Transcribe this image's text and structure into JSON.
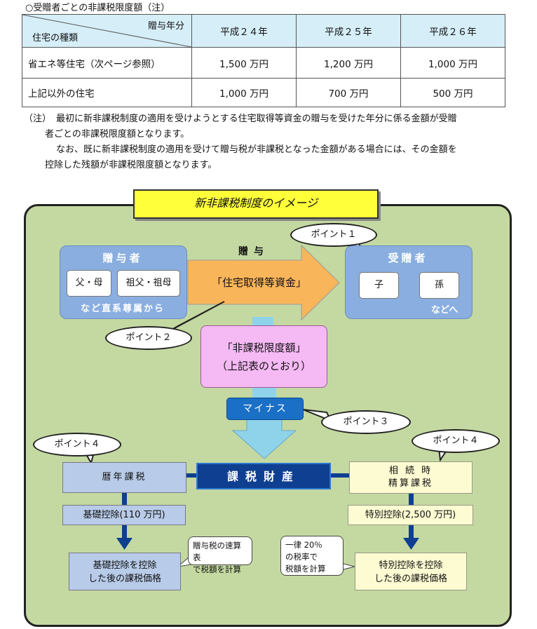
{
  "caption": "○受贈者ごとの非課税限度額（注）",
  "table": {
    "header_top": "贈与年分",
    "header_left": "住宅の種類",
    "years": [
      "平成２４年",
      "平成２５年",
      "平成２６年"
    ],
    "rows": [
      {
        "label": "省エネ等住宅（次ページ参照）",
        "values": [
          "1,500 万円",
          "1,200 万円",
          "1,000 万円"
        ]
      },
      {
        "label": "上記以外の住宅",
        "values": [
          "1,000 万円",
          "700 万円",
          "500 万円"
        ]
      }
    ]
  },
  "note": {
    "marker": "（注）",
    "line1": "最初に新非課税制度の適用を受けようとする住宅取得等資金の贈与を受けた年分に係る金額が受贈",
    "line2": "者ごとの非課税限度額となります。",
    "line3": "なお、既に新非課税制度の適用を受けて贈与税が非課税となった金額がある場合には、その金額を",
    "line4": "控除した残額が非課税限度額となります。"
  },
  "diagram": {
    "title": "新非課税制度のイメージ",
    "donor": {
      "title": "贈与者",
      "items": [
        "父・母",
        "祖父・祖母"
      ],
      "footer": "など直系尊属から"
    },
    "gift_label": "贈与",
    "arrow_text": "「住宅取得等資金」",
    "recipient": {
      "title": "受贈者",
      "items": [
        "子",
        "孫"
      ],
      "footer": "などへ"
    },
    "limit_line1": "「非課税限度額」",
    "limit_line2": "（上記表のとおり）",
    "minus": "マイナス",
    "taxable": "課税財産",
    "points": {
      "p1": "ポイント１",
      "p2": "ポイント２",
      "p3": "ポイント３",
      "p4_left": "ポイント４",
      "p4_right": "ポイント４"
    },
    "left_col": {
      "method": "暦年課税",
      "deduction": "基礎控除(110 万円)",
      "result_line1": "基礎控除を控除",
      "result_line2": "した後の課税価格",
      "note_line1": "贈与税の速算表",
      "note_line2": "で税額を計算"
    },
    "right_col": {
      "method_line1": "相 続 時",
      "method_line2": "精算課税",
      "deduction": "特別控除(2,500 万円)",
      "result_line1": "特別控除を控除",
      "result_line2": "した後の課税価格",
      "note_line1": "一律 20％",
      "note_line2": "の税率で",
      "note_line3": "税額を計算"
    }
  },
  "colors": {
    "background_green": "#c4d9a1",
    "title_yellow": "#ffff3a",
    "box_blue": "#8aaee0",
    "arrow_orange": "#f9b55a",
    "limit_pink": "#f5b9f4",
    "navy": "#0f3f90",
    "table_header": "#d6eef8"
  }
}
